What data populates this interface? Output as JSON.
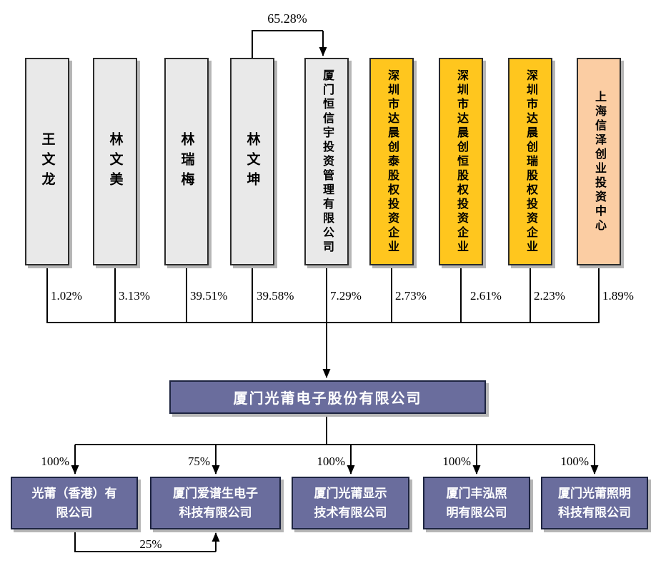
{
  "diagram": {
    "type": "equity-ownership-structure",
    "top_ownership_label": "65.28%",
    "shareholders": [
      {
        "name": "王文龙",
        "pct": "1.02%",
        "style": "grey"
      },
      {
        "name": "林文美",
        "pct": "3.13%",
        "style": "grey"
      },
      {
        "name": "林瑞梅",
        "pct": "39.51%",
        "style": "grey"
      },
      {
        "name": "林文坤",
        "pct": "39.58%",
        "style": "grey"
      },
      {
        "name": "厦门恒信宇投资管理有限公司",
        "pct": "7.29%",
        "style": "grey"
      },
      {
        "name": "深圳市达晨创泰股权投资企业",
        "pct": "2.73%",
        "style": "yellow"
      },
      {
        "name": "深圳市达晨创恒股权投资企业",
        "pct": "2.61%",
        "style": "yellow"
      },
      {
        "name": "深圳市达晨创瑞股权投资企业",
        "pct": "2.23%",
        "style": "yellow"
      },
      {
        "name": "上海信泽创业投资中心",
        "pct": "1.89%",
        "style": "peach"
      }
    ],
    "parent_company": {
      "name": "厦门光莆电子股份有限公司"
    },
    "subsidiaries": [
      {
        "name": "光莆（香港）有\n限公司",
        "pct": "100%"
      },
      {
        "name": "厦门爱谱生电子\n科技有限公司",
        "pct": "75%"
      },
      {
        "name": "厦门光莆显示\n技术有限公司",
        "pct": "100%"
      },
      {
        "name": "厦门丰泓照\n明有限公司",
        "pct": "100%"
      },
      {
        "name": "厦门光莆照明\n科技有限公司",
        "pct": "100%"
      }
    ],
    "cross_holding": {
      "pct": "25%",
      "from": "光莆（香港）有限公司",
      "to": "厦门爱谱生电子科技有限公司"
    },
    "colors": {
      "box_grey": "#e9e9e9",
      "box_yellow": "#ffc61e",
      "box_peach": "#fbcda3",
      "box_slate": "#6a6d9d",
      "line": "#000000"
    }
  }
}
